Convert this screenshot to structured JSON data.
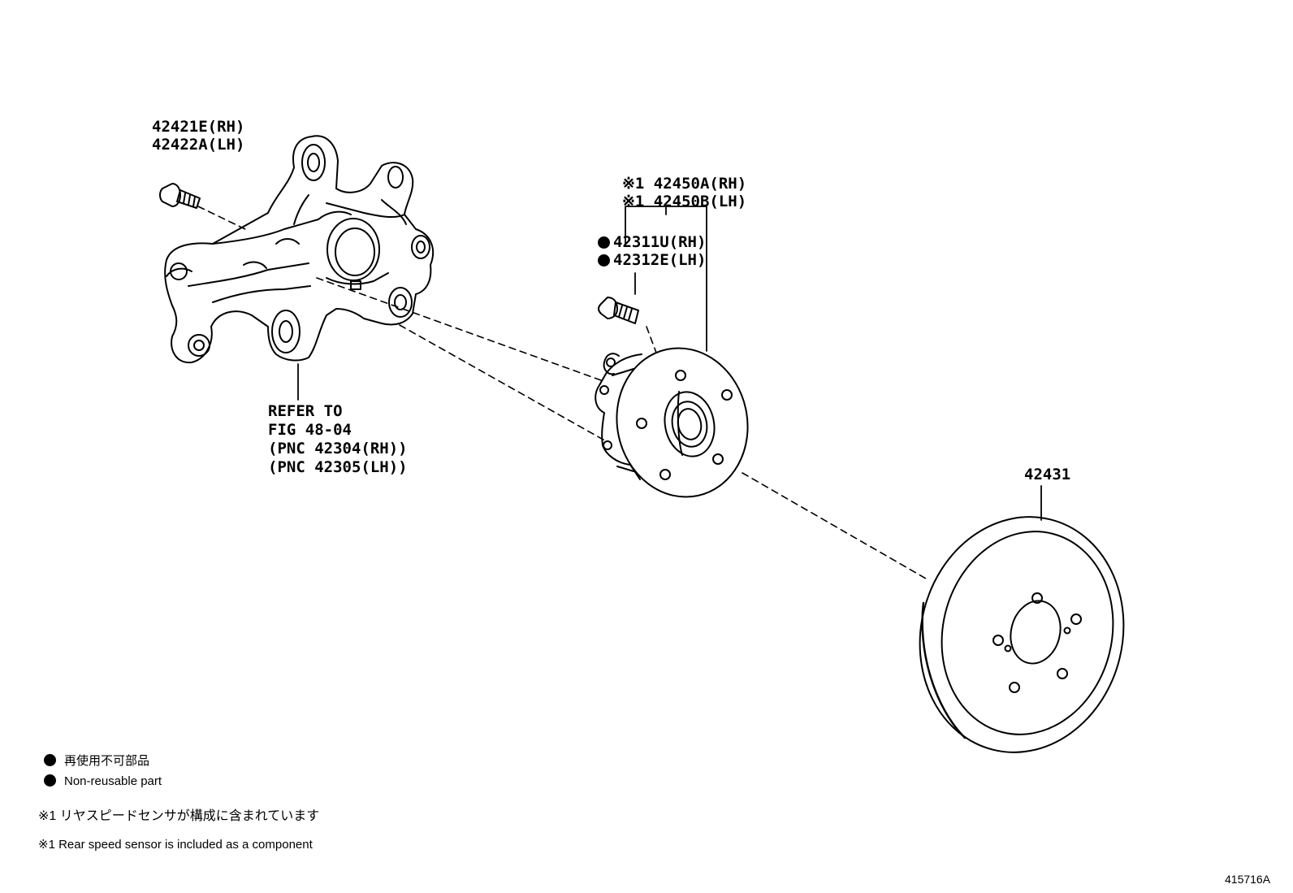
{
  "labels": {
    "bolt_rh": "42421E(RH)",
    "bolt_lh": "42422A(LH)",
    "hub_rh": "※1 42450A(RH)",
    "hub_lh": "※1 42450B(LH)",
    "stud_rh": "42311U(RH)",
    "stud_lh": "42312E(LH)",
    "refer_line1": "REFER TO",
    "refer_line2": "FIG 48-04",
    "refer_line3": "(PNC 42304(RH))",
    "refer_line4": "(PNC 42305(LH))",
    "disc": "42431",
    "figure_id": "415716A"
  },
  "legend": {
    "nonreusable_jp": "再使用不可部品",
    "nonreusable_en": "Non-reusable part",
    "note_jp": "※1 リヤスピードセンサが構成に含まれています",
    "note_en": "※1 Rear speed sensor is included as a component"
  }
}
